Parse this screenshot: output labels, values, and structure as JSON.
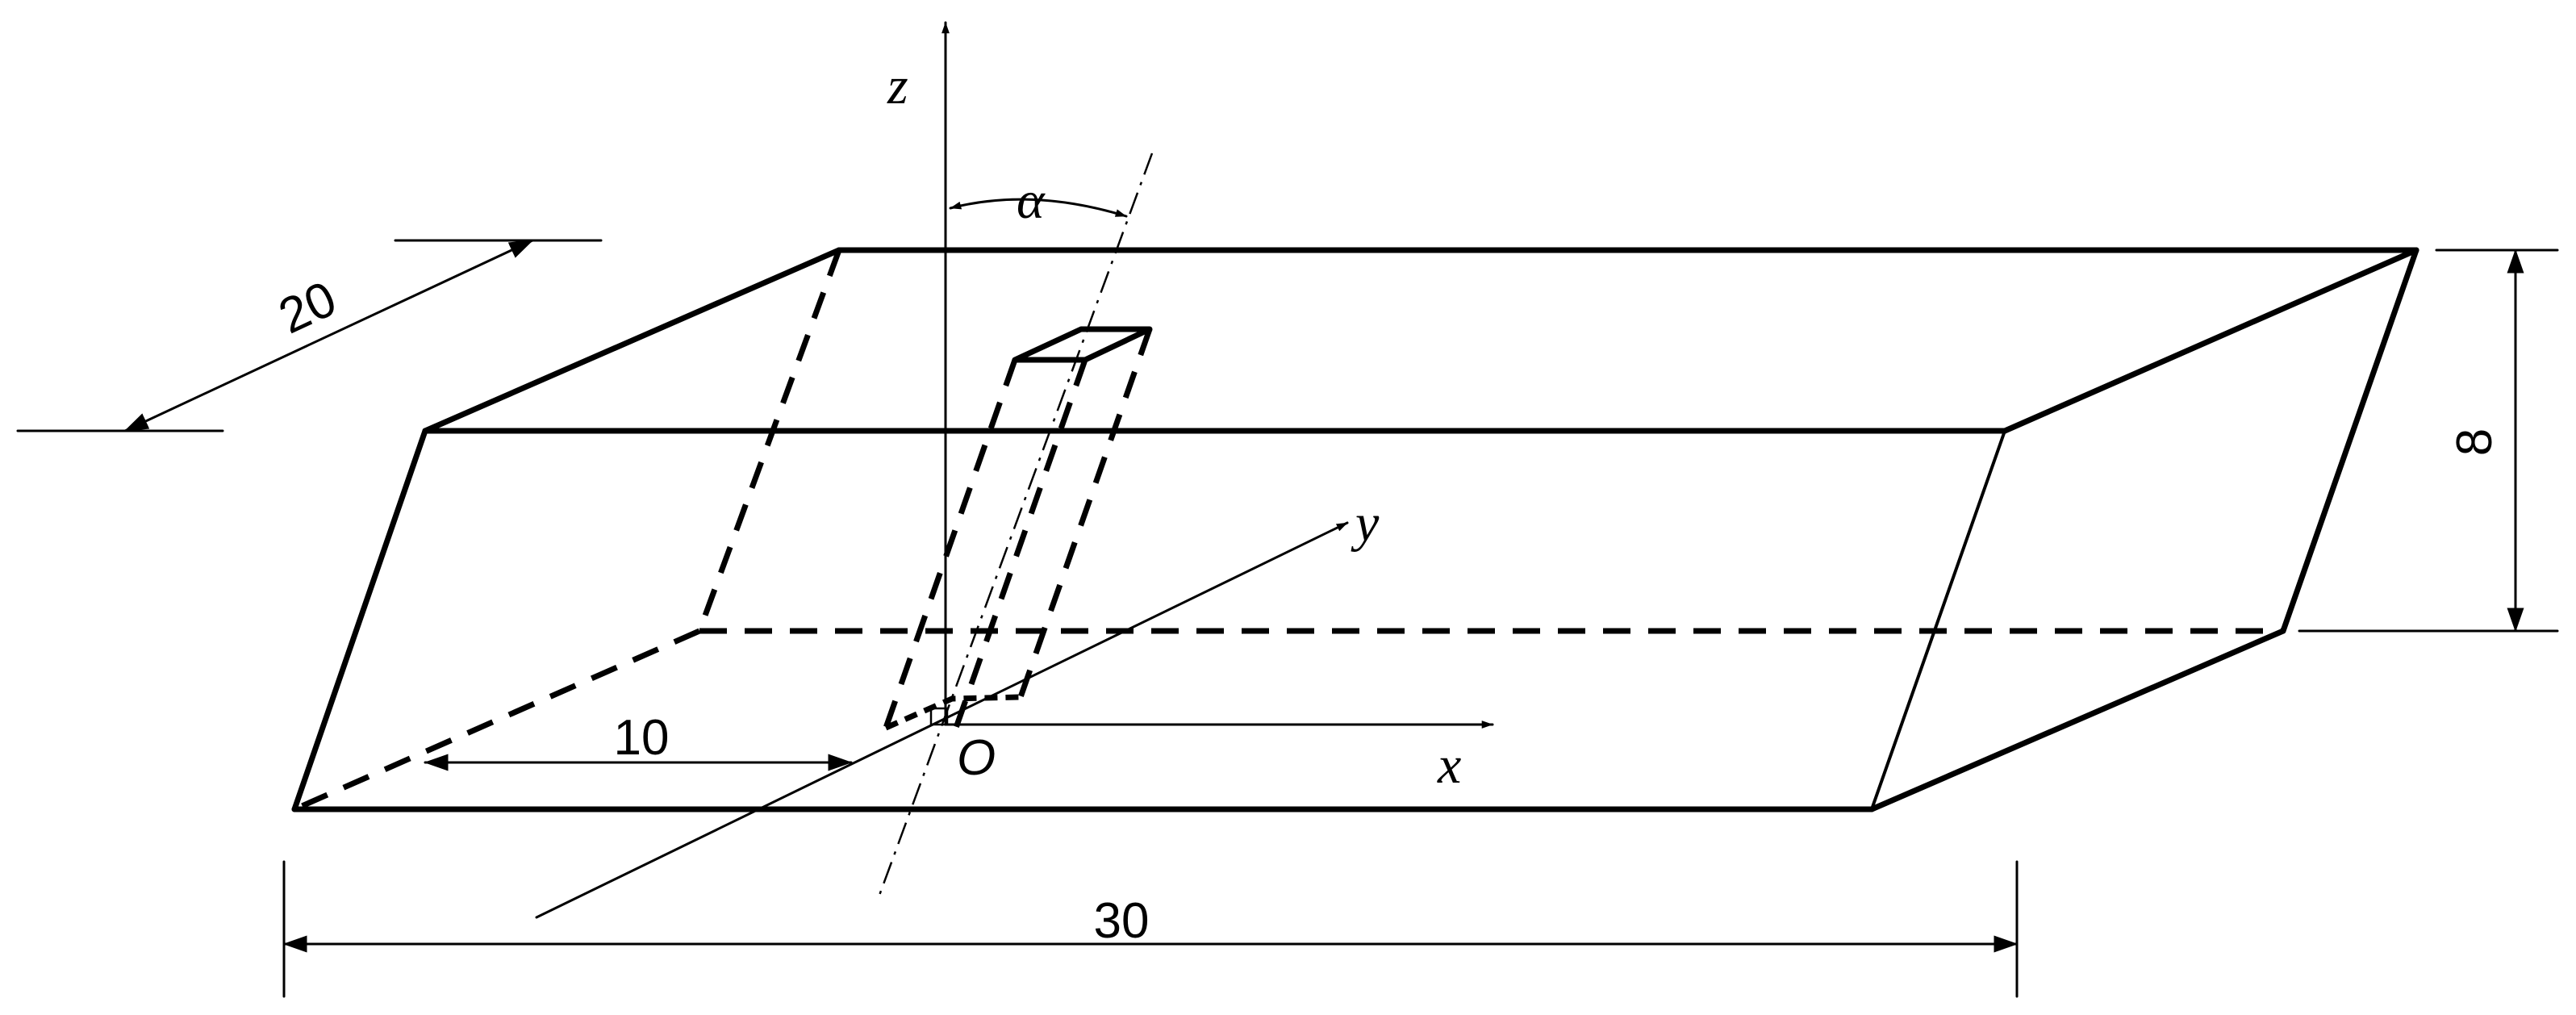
{
  "diagram": {
    "labels": {
      "z_axis": "z",
      "y_axis": "y",
      "x_axis": "x",
      "origin": "O",
      "angle": "α",
      "dim_width": "20",
      "dim_height": "8",
      "dim_offset": "10",
      "dim_length": "30"
    }
  }
}
